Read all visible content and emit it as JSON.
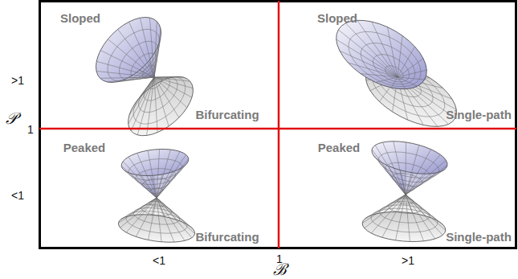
{
  "diagram": {
    "labels": [
      "Sloped",
      ">1",
      "Bifurcating",
      "Sloped",
      "Single-path",
      "𝒫",
      "1",
      "Peaked",
      "Peaked",
      "<1",
      "Bifurcating",
      "Single-path",
      "<1",
      "1",
      ">1",
      "ℬ"
    ]
  }
}
